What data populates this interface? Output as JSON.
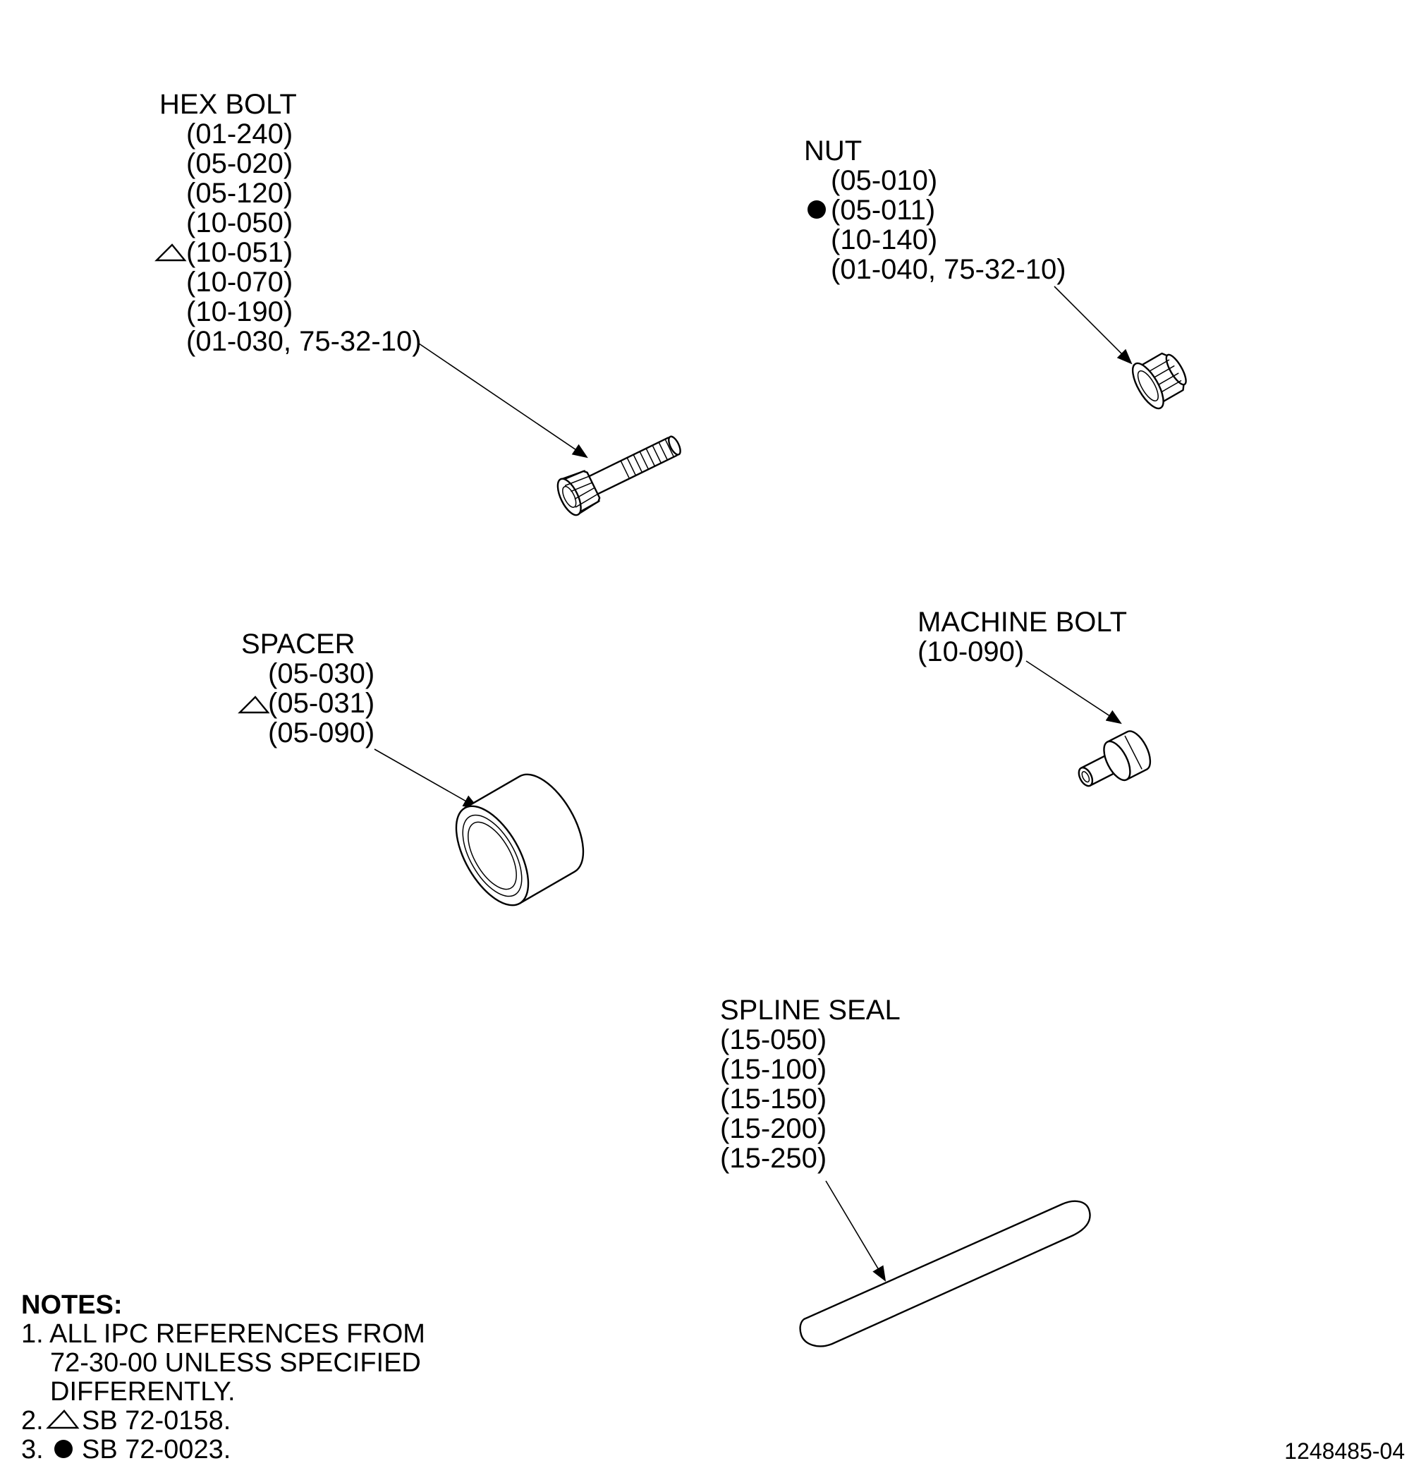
{
  "callouts": {
    "hex_bolt": {
      "title": "HEX BOLT",
      "refs": [
        "(01-240)",
        "(05-020)",
        "(05-120)",
        "(10-050)",
        "(10-051)",
        "(10-070)",
        "(10-190)",
        "(01-030, 75-32-10)"
      ]
    },
    "nut": {
      "title": "NUT",
      "refs": [
        "(05-010)",
        "(05-011)",
        "(10-140)",
        "(01-040, 75-32-10)"
      ]
    },
    "spacer": {
      "title": "SPACER",
      "refs": [
        "(05-030)",
        "(05-031)",
        "(05-090)"
      ]
    },
    "machine_bolt": {
      "title": "MACHINE BOLT",
      "refs": [
        "(10-090)"
      ]
    },
    "spline_seal": {
      "title": "SPLINE SEAL",
      "refs": [
        "(15-050)",
        "(15-100)",
        "(15-150)",
        "(15-200)",
        "(15-250)"
      ]
    }
  },
  "notes": {
    "title": "NOTES:",
    "n1_lines": [
      "1. ALL IPC REFERENCES FROM",
      "72-30-00 UNLESS SPECIFIED",
      "DIFFERENTLY."
    ],
    "n2_prefix": "2.",
    "n2_text": "SB 72-0158.",
    "n3_prefix": "3.",
    "n3_text": "SB 72-0023."
  },
  "drawing_number": "1248485-04",
  "symbols": {
    "triangle": "sb-triangle-icon",
    "dot": "sb-dot-icon"
  }
}
